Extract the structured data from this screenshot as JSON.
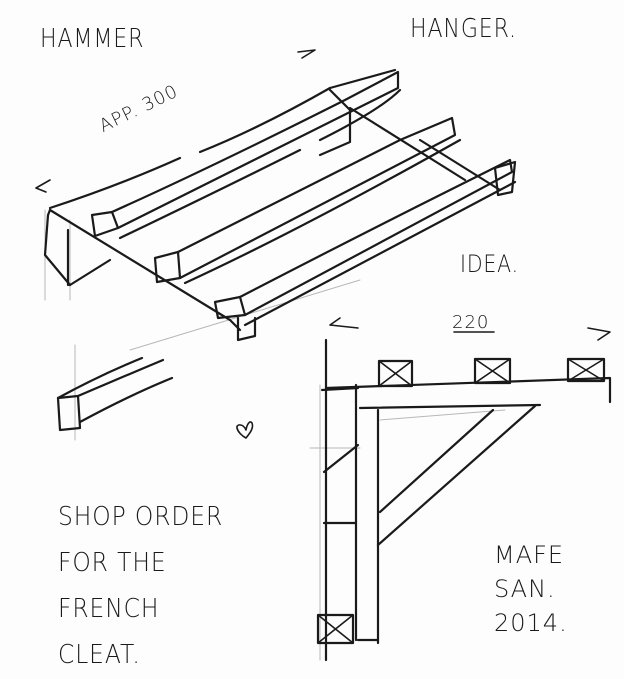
{
  "sketch": {
    "title_left": "HAMMER",
    "title_right": "HANGER.",
    "dimension_top": "APP. 300",
    "idea_label": "IDEA.",
    "dimension_side": "220",
    "notes": [
      "SHOP ORDER",
      "FOR THE",
      "FRENCH",
      "CLEAT."
    ],
    "signature": [
      "MAFE",
      "SAN.",
      "2014."
    ],
    "ink_color": "#1a1a1a",
    "paper_color": "#fdfdfd",
    "icons": [
      "heart-doodle",
      "arrow-left",
      "arrow-right"
    ]
  }
}
